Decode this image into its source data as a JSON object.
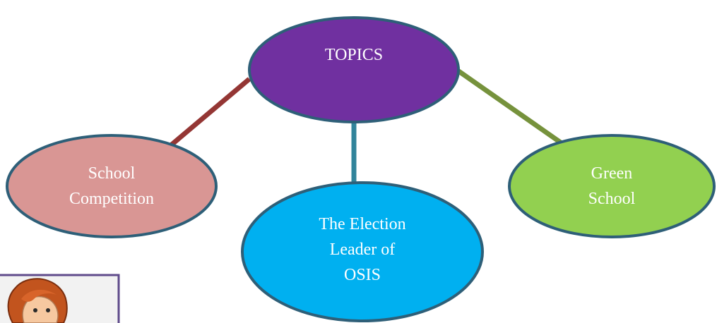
{
  "diagram": {
    "center": {
      "label": "TOPICS",
      "color": "#7030A0"
    },
    "nodes": [
      {
        "lines": [
          "School",
          "Competition"
        ],
        "color": "#D99694",
        "connector_color": "#943634"
      },
      {
        "lines": [
          "The Election",
          "Leader of",
          "OSIS"
        ],
        "color": "#00B0F0",
        "connector_color": "#31849B"
      },
      {
        "lines": [
          "Green",
          "School"
        ],
        "color": "#92D050",
        "connector_color": "#76923C"
      }
    ],
    "outline_color": "#2E5F78"
  },
  "illustration": {
    "name": "cartoon-character-avatar"
  }
}
